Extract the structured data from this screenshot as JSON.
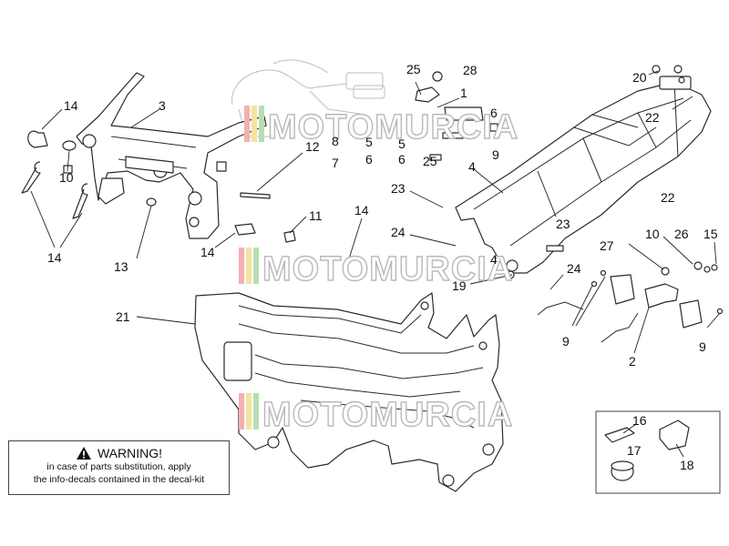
{
  "labels": {
    "l3": "3",
    "l14a": "14",
    "l10a": "10",
    "l14b": "14",
    "l13": "13",
    "l14c": "14",
    "l12": "12",
    "l11": "11",
    "l14d": "14",
    "l21": "21",
    "l25a": "25",
    "l28": "28",
    "l1": "1",
    "l6a": "6",
    "l8": "8",
    "l5a": "5",
    "l7": "7",
    "l6b": "6",
    "l5b": "5",
    "l6c": "6",
    "l9a": "9",
    "l25b": "25",
    "l4a": "4",
    "l23a": "23",
    "l24a": "24",
    "l4b": "4",
    "l19": "19",
    "l20": "20",
    "l22a": "22",
    "l22b": "22",
    "l23b": "23",
    "l24b": "24",
    "l27": "27",
    "l10b": "10",
    "l26": "26",
    "l15": "15",
    "l9b": "9",
    "l9c": "9",
    "l2": "2",
    "l16": "16",
    "l17": "17",
    "l18": "18"
  },
  "watermark": "MOTOMURCIA",
  "warning": {
    "title": "WARNING!",
    "line1": "in case of parts substitution, apply",
    "line2": "the info-decals contained in the decal-kit"
  }
}
